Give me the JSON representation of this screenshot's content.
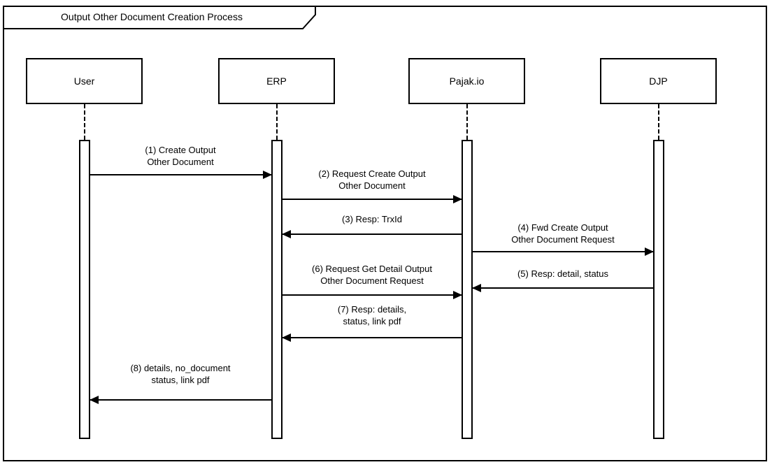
{
  "diagram": {
    "title": "Output Other Document Creation Process",
    "type": "uml-sequence-diagram"
  },
  "actors": [
    {
      "name": "User"
    },
    {
      "name": "ERP"
    },
    {
      "name": "Pajak.io"
    },
    {
      "name": "DJP"
    }
  ],
  "messages": [
    {
      "seq": "1",
      "from": "User",
      "to": "ERP",
      "direction": "right",
      "line1": "(1) Create Output",
      "line2": "Other Document"
    },
    {
      "seq": "2",
      "from": "ERP",
      "to": "Pajak.io",
      "direction": "right",
      "line1": "(2) Request Create Output",
      "line2": "Other Document"
    },
    {
      "seq": "3",
      "from": "Pajak.io",
      "to": "ERP",
      "direction": "left",
      "line1": "(3) Resp: TrxId"
    },
    {
      "seq": "4",
      "from": "Pajak.io",
      "to": "DJP",
      "direction": "right",
      "line1": "(4) Fwd Create Output",
      "line2": "Other Document Request"
    },
    {
      "seq": "5",
      "from": "DJP",
      "to": "Pajak.io",
      "direction": "left",
      "line1": "(5) Resp: detail, status"
    },
    {
      "seq": "6",
      "from": "ERP",
      "to": "Pajak.io",
      "direction": "right",
      "line1": "(6) Request Get Detail Output",
      "line2": "Other Document Request"
    },
    {
      "seq": "7",
      "from": "Pajak.io",
      "to": "ERP",
      "direction": "left",
      "line1": "(7) Resp: details,",
      "line2": "status, link pdf"
    },
    {
      "seq": "8",
      "from": "ERP",
      "to": "User",
      "direction": "left",
      "line1": "(8) details, no_document",
      "line2": "status, link pdf"
    }
  ],
  "colors": {
    "stroke": "#000000",
    "fill": "#ffffff",
    "background": "#ffffff"
  }
}
